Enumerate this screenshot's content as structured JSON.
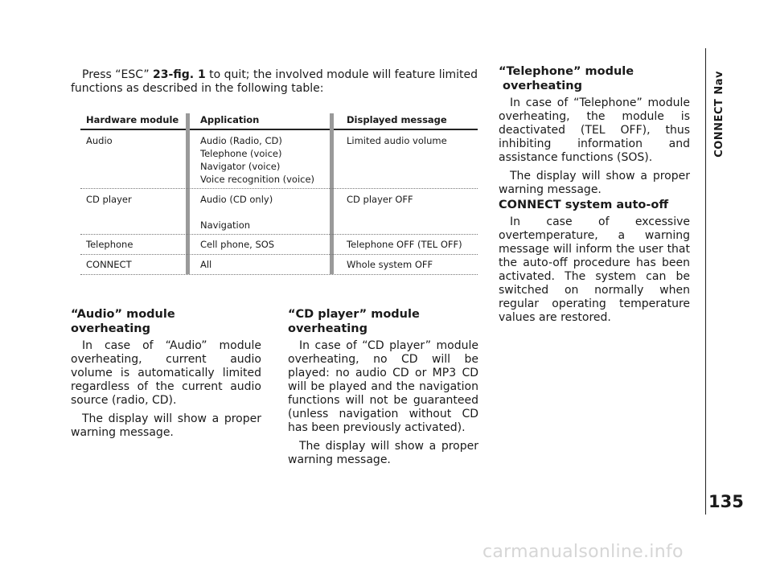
{
  "intro": {
    "pre": "Press “ESC” ",
    "ref": "23-fig. 1",
    "post": " to quit; the involved module will feature limited functions as described in the following table:"
  },
  "table": {
    "headers": [
      "Hardware module",
      "Application",
      "Displayed message"
    ],
    "rows": [
      {
        "module": "Audio",
        "apps": [
          "Audio (Radio, CD)",
          "Telephone (voice)",
          "Navigator (voice)",
          "Voice recognition (voice)"
        ],
        "message": "Limited audio volume"
      },
      {
        "module": "CD player",
        "apps": [
          "Audio (CD only)",
          "",
          "Navigation"
        ],
        "message": "CD player OFF"
      },
      {
        "module": "Telephone",
        "apps": [
          "Cell phone, SOS"
        ],
        "message": "Telephone OFF (TEL OFF)"
      },
      {
        "module": "CONNECT",
        "apps": [
          "All"
        ],
        "message": "Whole system OFF"
      }
    ]
  },
  "audio_section": {
    "heading_line1": "“Audio” module",
    "heading_line2": "overheating",
    "para1": "In case of “Audio” module overheating, current audio volume is automatically limited regardless of the current audio source (radio, CD).",
    "para2": "The display will show a proper warning message."
  },
  "cd_section": {
    "heading_line1": "“CD player” module",
    "heading_line2": "overheating",
    "para1": "In case of “CD player” module overheating, no CD will be played: no audio CD or MP3 CD will be played and the navigation functions will not be guaranteed (unless navigation without CD has been previously activated).",
    "para2": "The display will show a proper warning message."
  },
  "telephone_section": {
    "heading_line1": "“Telephone” module",
    "heading_line2": "overheating",
    "para1": "In case of “Telephone” module overheating, the module is deactivated (TEL OFF), thus inhibiting information and assistance functions (SOS).",
    "para2": "The display will show a proper warning message."
  },
  "autooff_section": {
    "heading": "CONNECT system auto-off",
    "para1": "In case of excessive overtemperature, a warning message will inform the user that the auto-off procedure has been activated. The system can be switched on normally when regular operating temperature values are restored."
  },
  "sidebar": {
    "title": "CONNECT Nav"
  },
  "page_number": "135",
  "watermark": "carmanualsonline.info"
}
